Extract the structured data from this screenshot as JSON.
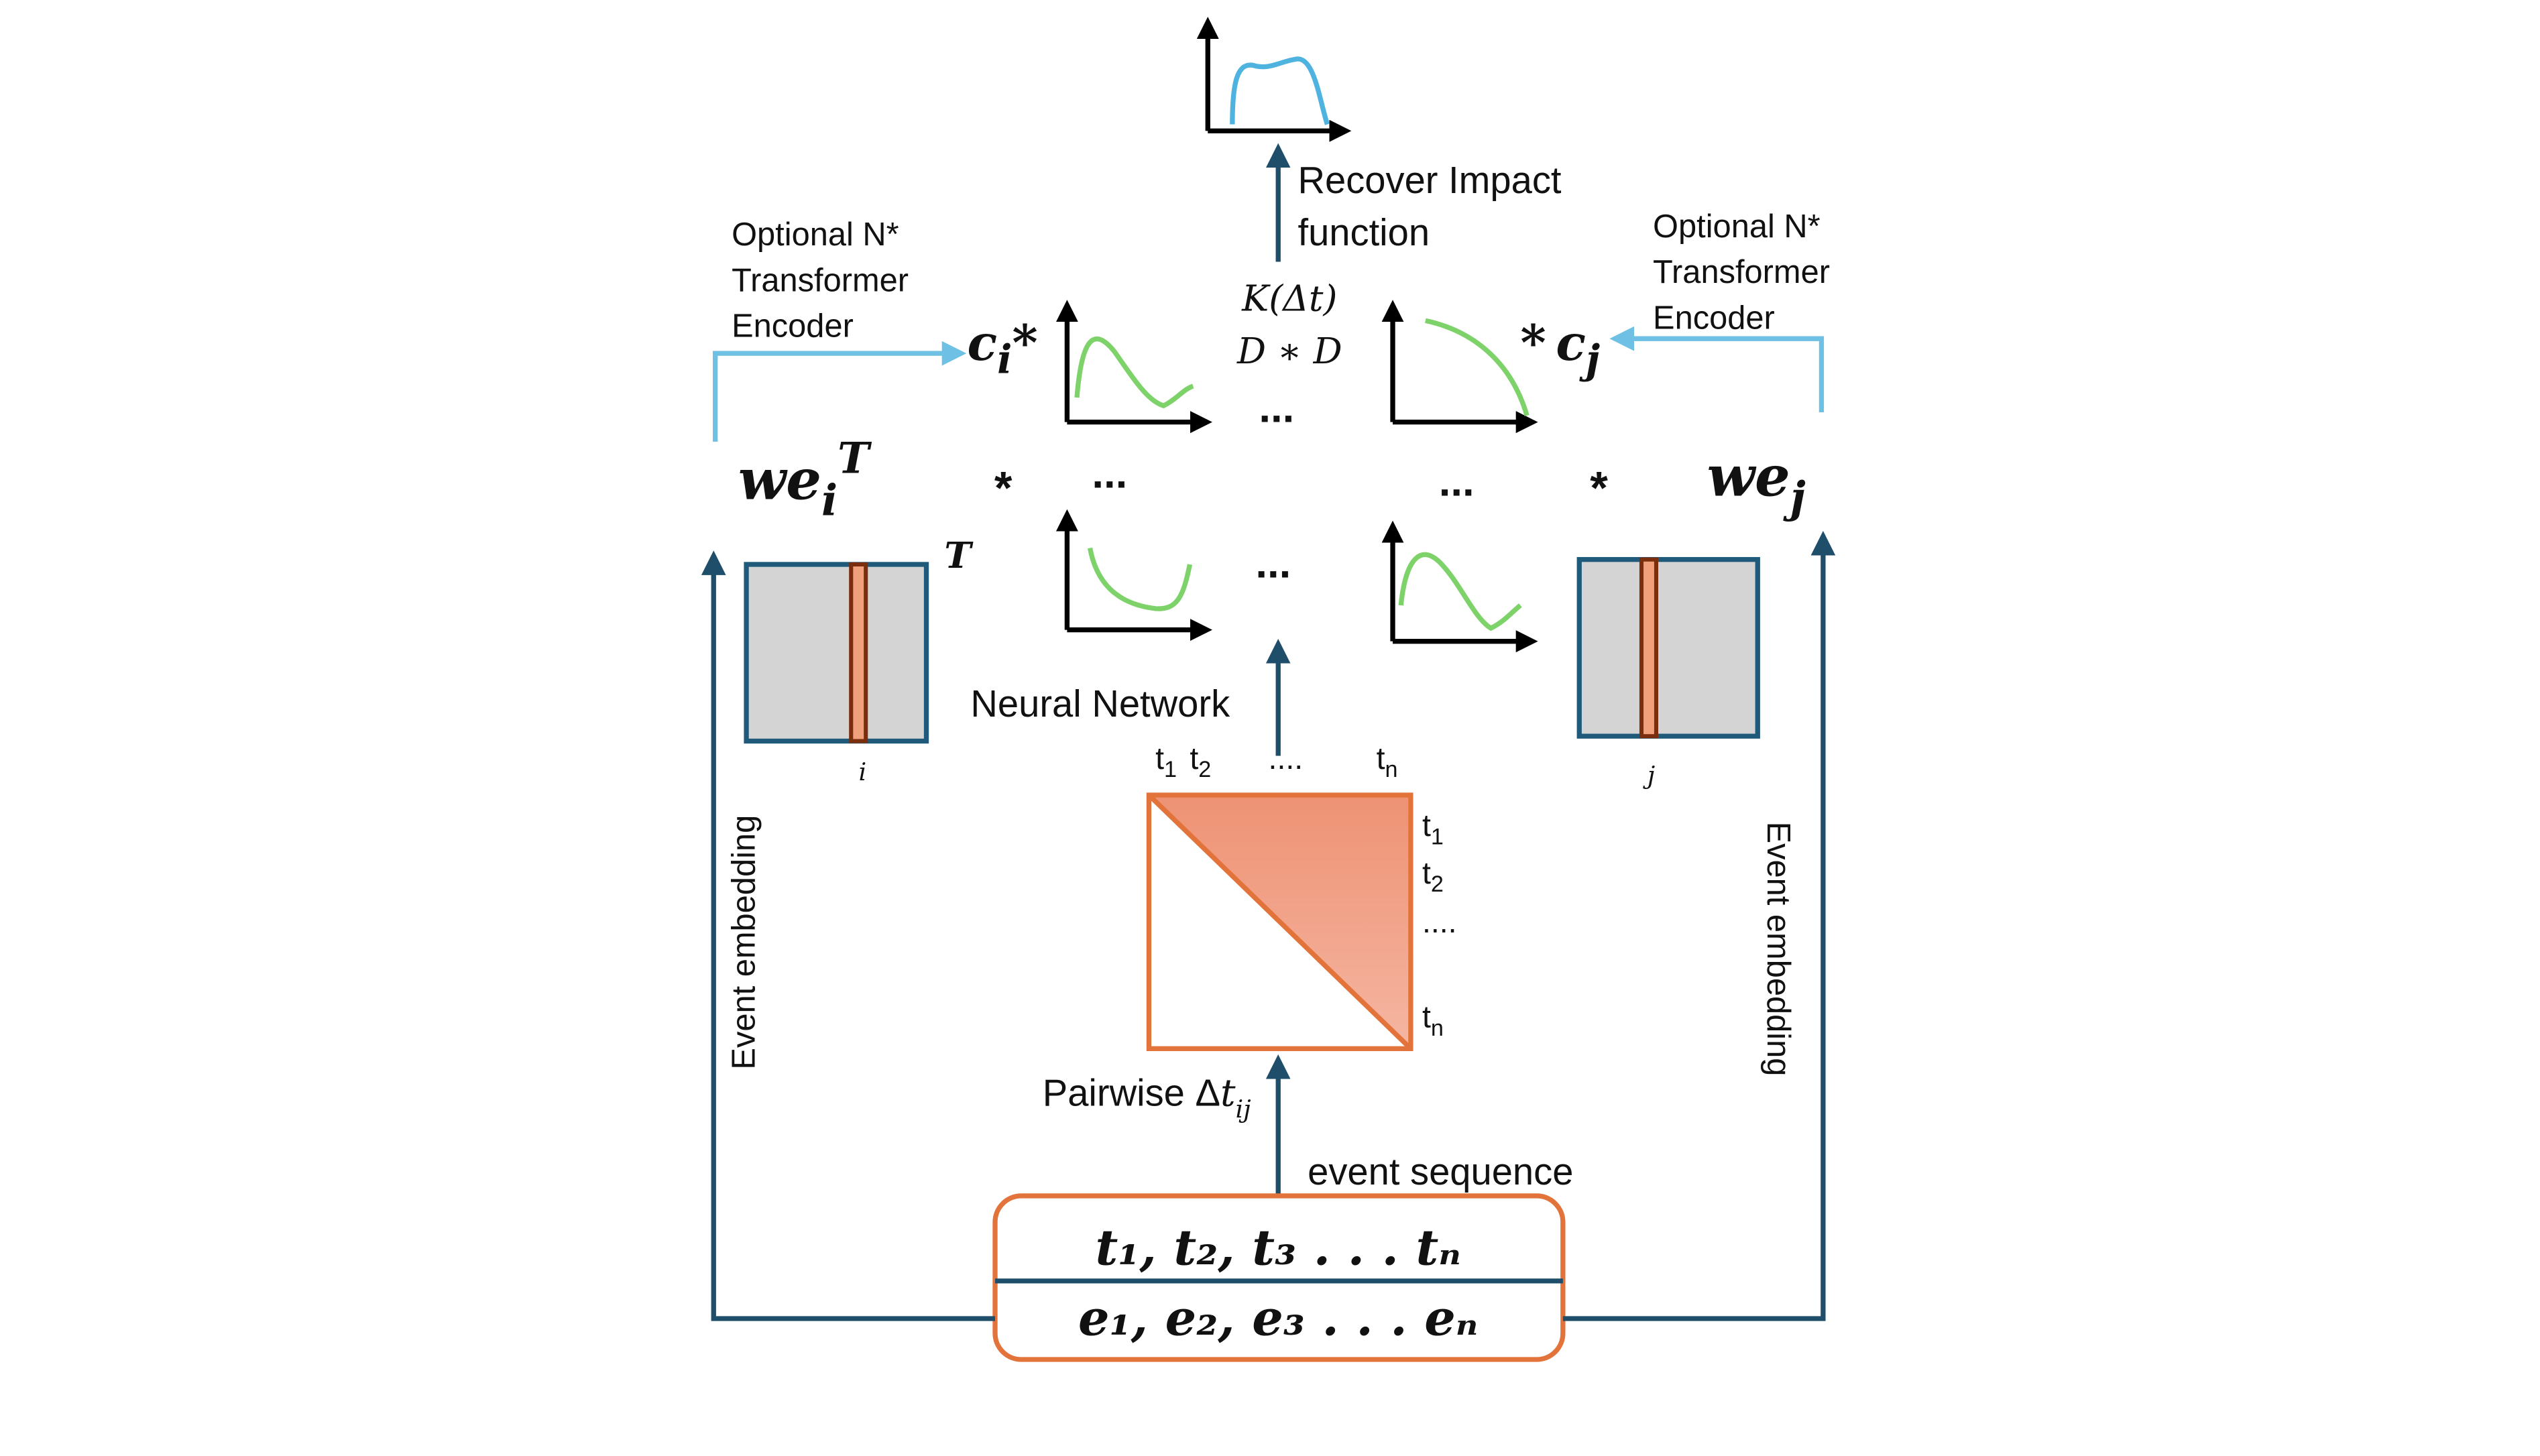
{
  "colors": {
    "dark_arrow": "#1F4E6B",
    "light_arrow": "#6EC1E4",
    "curve_green": "#7DD36A",
    "curve_blue": "#4FB3E0",
    "orange": "#E2733A",
    "triangle_fill_top": "#EE9274",
    "triangle_fill_bottom": "#F5B6A2",
    "matrix_fill": "#D4D4D4",
    "matrix_border": "#1F5A7A",
    "column_fill": "#F0A07A"
  },
  "labels": {
    "recover": "Recover Impact function",
    "optional_left": [
      "Optional N*",
      "Transformer",
      "Encoder"
    ],
    "optional_right": [
      "Optional N*",
      "Transformer",
      "Encoder"
    ],
    "kernel_top": "K(Δt)",
    "kernel_bottom": "D ∗ D",
    "c_i": "c",
    "c_i_sub": "i",
    "c_j": "c",
    "c_j_sub": "j",
    "star": "*",
    "ellipsis": "...",
    "we_i": "we",
    "we_i_sub": "i",
    "we_i_sup": "T",
    "we_j": "we",
    "we_j_sub": "j",
    "transpose": "T",
    "index_i": "i",
    "index_j": "j",
    "neural_network": "Neural Network",
    "top_t1": "t",
    "top_t2": "t",
    "top_dots": "....",
    "top_tn": "t",
    "side_t1": "t",
    "side_t2": "t",
    "side_dots": "....",
    "side_tn": "t",
    "sub_1": "1",
    "sub_2": "2",
    "sub_n": "n",
    "pairwise": "Pairwise Δ",
    "pairwise_t": "t",
    "pairwise_sub": "ij",
    "event_sequence": "event sequence",
    "event_embedding_left": "Event embedding",
    "event_embedding_right": "Event embedding",
    "times_row": "t₁,  t₂,  t₃ . . .  tₙ",
    "events_row": "e₁,  e₂,  e₃ . . . eₙ"
  },
  "icons": [
    "arrow-up-icon",
    "arrow-right-icon",
    "arrow-left-icon",
    "axes-icon"
  ]
}
